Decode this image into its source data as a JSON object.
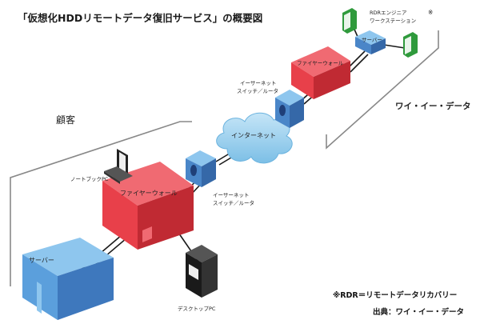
{
  "title": "「仮想化HDDリモートデータ復旧サービス」の概要図",
  "groups": {
    "customer": "顧客",
    "vendor": "ワイ・イー・データ"
  },
  "devices": {
    "server_customer": "サーバー",
    "firewall_customer": "ファイヤーウォール",
    "notebook_pc": "ノートブックPC",
    "desktop_pc": "デスクトップPC",
    "switch_customer_line1": "イーサーネット",
    "switch_customer_line2": "スイッチ／ルータ",
    "internet": "インターネット",
    "switch_vendor_line1": "イーサーネット",
    "switch_vendor_line2": "スイッチ／ルータ",
    "firewall_vendor": "ファイヤーウォール",
    "server_vendor": "サーバー",
    "workstation_line1": "RDRエンジニア",
    "workstation_line2": "ワークステーション",
    "workstation_mark": "※"
  },
  "notes": {
    "definition": "※RDR＝リモートデータリカバリー",
    "source": "出典：ワイ・イー・データ"
  },
  "colors": {
    "firewall_red": "#e8404a",
    "server_blue": "#5b9fdc",
    "switch_blue": "#4a86c8",
    "cloud_blue": "#9fd0ee",
    "workstation_green": "#2f9a3c",
    "bracket_gray": "#888888"
  }
}
